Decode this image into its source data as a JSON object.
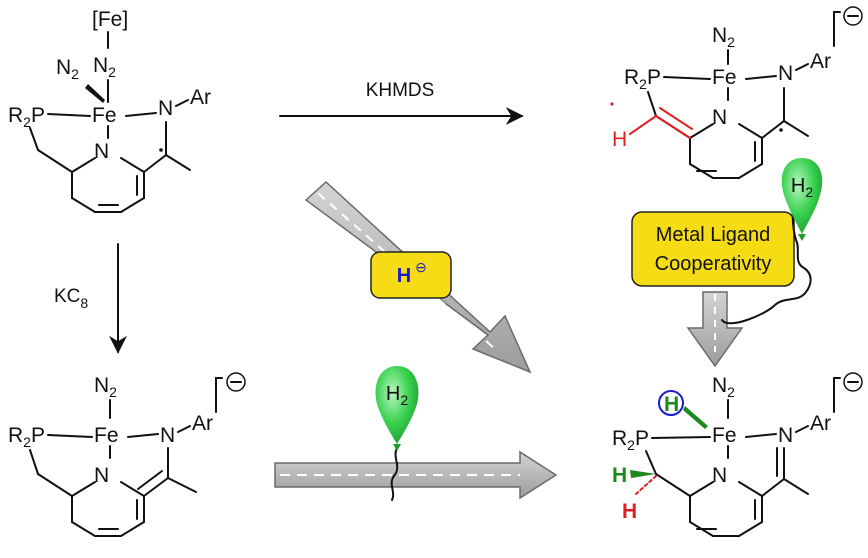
{
  "reagents": {
    "top_arrow": "KHMDS",
    "left_arrow": "KC",
    "left_arrow_sub": "8"
  },
  "labels": {
    "hydride": "H",
    "hydride_charge": "⊖",
    "h2": "H",
    "h2_sub": "2",
    "mlc_line1": "Metal Ligand",
    "mlc_line2": "Cooperativity"
  },
  "atoms": {
    "fe": "Fe",
    "n": "N",
    "ar": "Ar",
    "r2p": "R",
    "r2p_sub": "2",
    "p": "P",
    "n2": "N",
    "n2_sub": "2",
    "fe_bracket": "[Fe]",
    "h": "H",
    "anion": "⊖"
  },
  "colors": {
    "arrow_fill": "#b8b8b8",
    "box_fill": "#f5dc14",
    "balloon": "#39d24f",
    "red": "#e02020",
    "green": "#1a8a1a",
    "blue": "#1a1ad0"
  }
}
